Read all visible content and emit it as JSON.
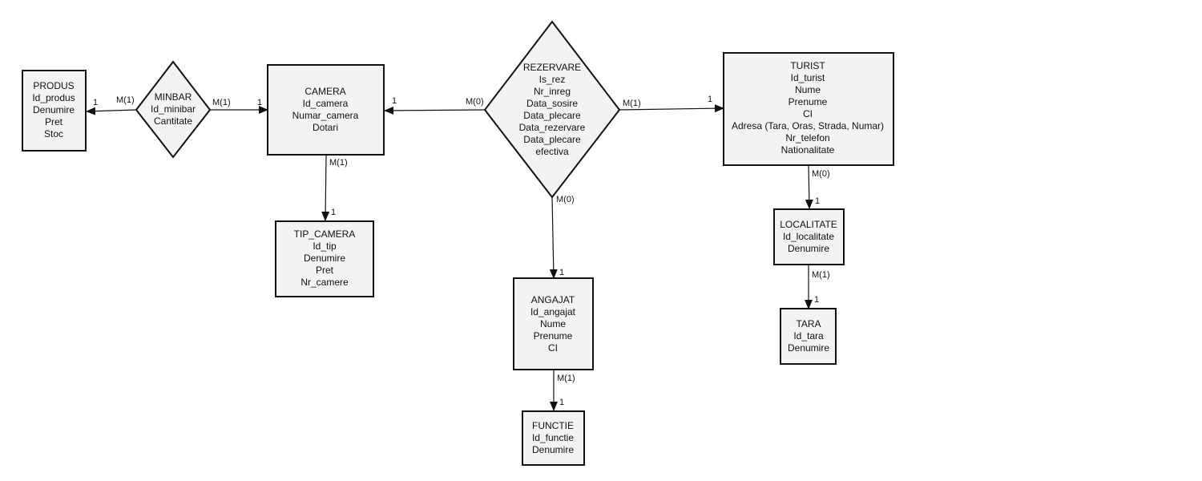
{
  "entities": {
    "produs": {
      "title": "PRODUS",
      "attributes": [
        "Id_produs",
        "Denumire",
        "Pret",
        "Stoc"
      ]
    },
    "camera": {
      "title": "CAMERA",
      "attributes": [
        "Id_camera",
        "Numar_camera",
        "Dotari"
      ]
    },
    "tip_camera": {
      "title": "TIP_CAMERA",
      "attributes": [
        "Id_tip",
        "Denumire",
        "Pret",
        "Nr_camere"
      ]
    },
    "turist": {
      "title": "TURIST",
      "attributes": [
        "Id_turist",
        "Nume",
        "Prenume",
        "CI",
        "Adresa (Tara, Oras, Strada, Numar)",
        "Nr_telefon",
        "Nationalitate"
      ]
    },
    "localitate": {
      "title": "LOCALITATE",
      "attributes": [
        "Id_localitate",
        "Denumire"
      ]
    },
    "tara": {
      "title": "TARA",
      "attributes": [
        "Id_tara",
        "Denumire"
      ]
    },
    "angajat": {
      "title": "ANGAJAT",
      "attributes": [
        "Id_angajat",
        "Nume",
        "Prenume",
        "CI"
      ]
    },
    "functie": {
      "title": "FUNCTIE",
      "attributes": [
        "Id_functie",
        "Denumire"
      ]
    }
  },
  "relationships": {
    "minbar": {
      "title": "MINBAR",
      "attributes": [
        "Id_minibar",
        "Cantitate"
      ]
    },
    "rezervare": {
      "title": "REZERVARE",
      "attributes": [
        "Is_rez",
        "Nr_inreg",
        "Data_sosire",
        "Data_plecare",
        "Data_rezervare",
        "Data_plecare",
        "efectiva"
      ]
    }
  },
  "links": [
    {
      "id": "minbar-produs",
      "from": "minbar",
      "to": "produs",
      "from_card": "M(1)",
      "to_card": "1"
    },
    {
      "id": "minbar-camera",
      "from": "minbar",
      "to": "camera",
      "from_card": "M(1)",
      "to_card": "1"
    },
    {
      "id": "rezervare-camera",
      "from": "rezervare",
      "to": "camera",
      "from_card": "M(0)",
      "to_card": "1"
    },
    {
      "id": "rezervare-turist",
      "from": "rezervare",
      "to": "turist",
      "from_card": "M(1)",
      "to_card": "1"
    },
    {
      "id": "camera-tip_camera",
      "from": "camera",
      "to": "tip_camera",
      "from_card": "M(1)",
      "to_card": "1"
    },
    {
      "id": "rezervare-angajat",
      "from": "rezervare",
      "to": "angajat",
      "from_card": "M(0)",
      "to_card": "1"
    },
    {
      "id": "turist-localitate",
      "from": "turist",
      "to": "localitate",
      "from_card": "M(0)",
      "to_card": "1"
    },
    {
      "id": "localitate-tara",
      "from": "localitate",
      "to": "tara",
      "from_card": "M(1)",
      "to_card": "1"
    },
    {
      "id": "angajat-functie",
      "from": "angajat",
      "to": "functie",
      "from_card": "M(1)",
      "to_card": "1"
    }
  ]
}
